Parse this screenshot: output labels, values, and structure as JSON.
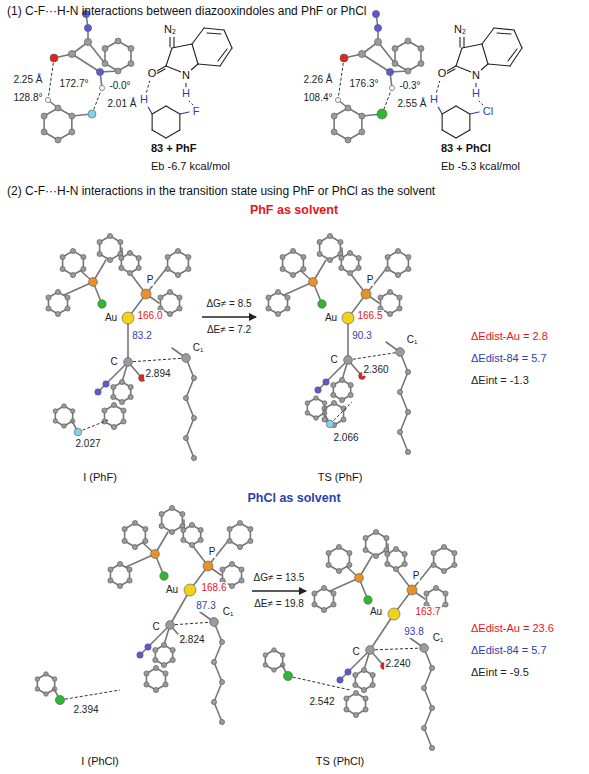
{
  "diagram": {
    "labels": [
      "(1) C-F···H-N interactions between diazooxindoles and PhF or PhCl",
      "2.25 Å",
      "172.7°",
      "-0.0°",
      "128.8°",
      "2.01 Å",
      "N₂",
      "O",
      "N",
      "H",
      "H",
      "F",
      "83 + PhF",
      "Eb -6.7 kcal/mol",
      "2.26 Å",
      "176.3°",
      "108.4°",
      "-0.3°",
      "2.55 Å",
      "N₂",
      "O",
      "N",
      "H",
      "H",
      "Cl",
      "83 + PhCl",
      "Eb -5.3 kcal/mol",
      "(2) C-F···H-N interactions in the transition state using PhF or PhCl as the solvent",
      "PhF as solvent",
      "P",
      "Au",
      "166.0",
      "83.2",
      "C",
      "C₁",
      "2.894",
      "2.027",
      "I (PhF)",
      "ΔG≠ = 8.5",
      "ΔE≠ = 7.2",
      "P",
      "Au",
      "166.5",
      "90.3",
      "C",
      "C₁",
      "2.360",
      "2.066",
      "TS (PhF)",
      "ΔEdist-Au = 2.8",
      "ΔEdist-84 = 5.7",
      "ΔEint = -1.3",
      "PhCl as solvent",
      "P",
      "Au",
      "168.6",
      "87.3",
      "C",
      "C₁",
      "2.824",
      "2.394",
      "I (PhCl)",
      "ΔG≠ = 13.5",
      "ΔE≠ = 19.8",
      "P",
      "Au",
      "163.7",
      "93.8",
      "C",
      "C₁",
      "2.240",
      "2.542",
      "TS (PhCl)",
      "ΔEdist-Au = 23.6",
      "ΔEdist-84 = 5.7",
      "ΔEint = -9.5"
    ]
  }
}
